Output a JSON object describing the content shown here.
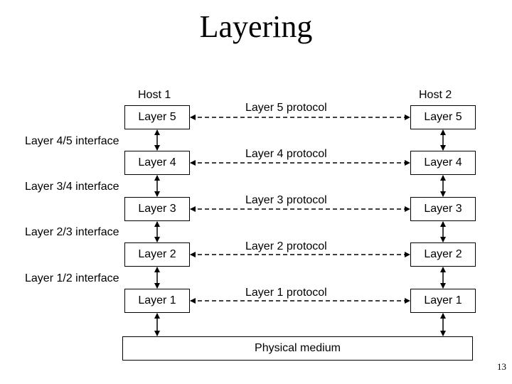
{
  "title": "Layering",
  "host1": {
    "name": "Host 1",
    "layers": [
      "Layer 5",
      "Layer 4",
      "Layer 3",
      "Layer 2",
      "Layer 1"
    ]
  },
  "host2": {
    "name": "Host 2",
    "layers": [
      "Layer 5",
      "Layer 4",
      "Layer 3",
      "Layer 2",
      "Layer 1"
    ]
  },
  "protocols": [
    "Layer 5 protocol",
    "Layer 4 protocol",
    "Layer 3 protocol",
    "Layer 2 protocol",
    "Layer 1 protocol"
  ],
  "interfaces": [
    "Layer 4/5 interface",
    "Layer 3/4 interface",
    "Layer 2/3 interface",
    "Layer 1/2 interface"
  ],
  "medium": "Physical medium",
  "slide_number": "13"
}
